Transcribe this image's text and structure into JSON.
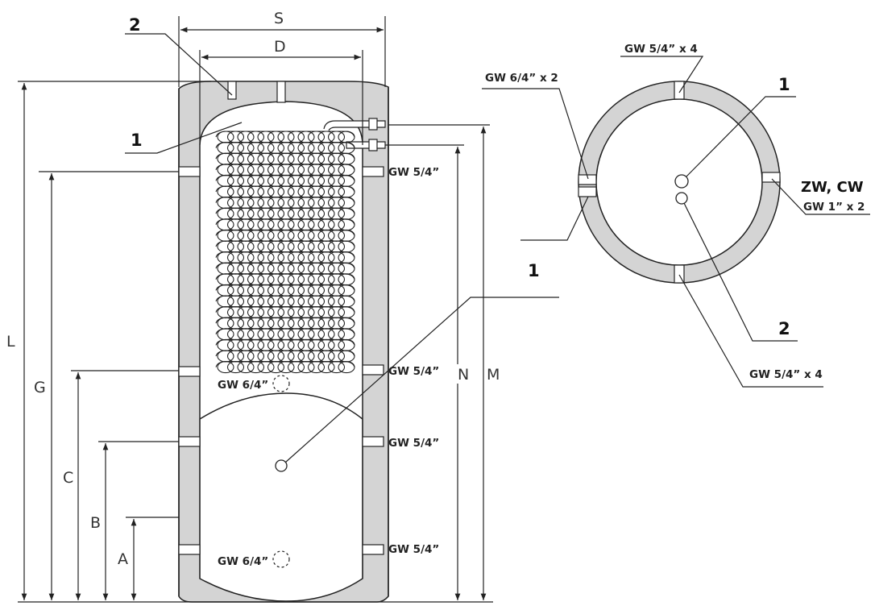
{
  "dimensions": {
    "S": "S",
    "D": "D",
    "L": "L",
    "G": "G",
    "C": "C",
    "B": "B",
    "A": "A",
    "N": "N",
    "M": "M"
  },
  "side_view": {
    "callout_top_left": "2",
    "callout_coil": "1",
    "callout_lower_tank": "1",
    "port_right_1": "GW 5/4”",
    "port_right_2": "GW 5/4”",
    "port_right_3": "GW 5/4”",
    "port_right_4": "GW 5/4”",
    "port_center_upper": "GW 6/4”",
    "port_center_lower": "GW 6/4”"
  },
  "top_view": {
    "label_top": "GW 5/4” x 4",
    "label_left": "GW 6/4” x 2",
    "callout_1": "1",
    "label_zw": "ZW, CW",
    "label_right": "GW 1” x 2",
    "callout_2": "2",
    "label_bottom": "GW 5/4” x 4"
  },
  "colors": {
    "insulation": "#d4d4d4",
    "line": "#222222",
    "dimension_text": "#333333"
  }
}
